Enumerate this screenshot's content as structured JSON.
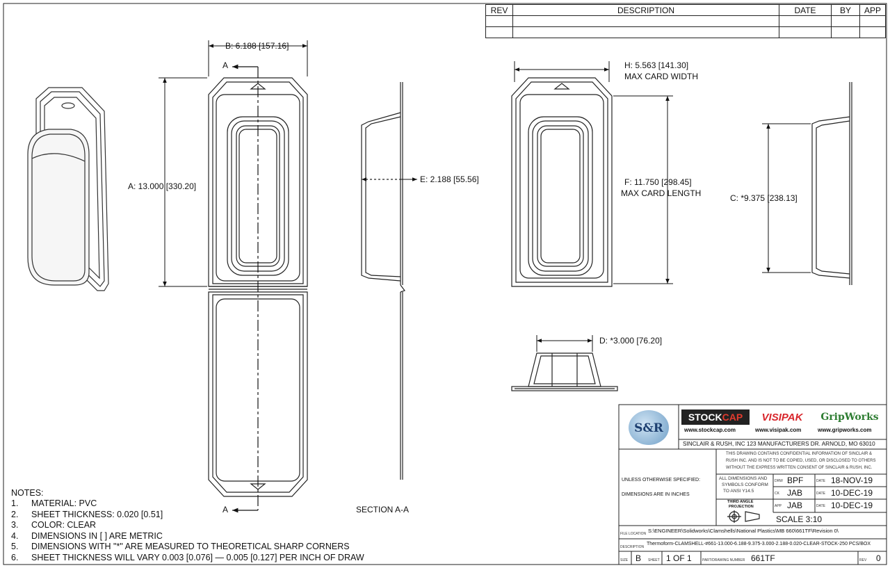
{
  "revision_table": {
    "headers": [
      "REV",
      "DESCRIPTION",
      "DATE",
      "BY",
      "APP"
    ]
  },
  "dimensions": {
    "b": "B: 6.188",
    "b_metric": "157.16",
    "a": "A: 13.000",
    "a_metric": "330.20",
    "e": "E: 2.188",
    "e_metric": "55.56",
    "h": "H: 5.563",
    "h_metric": "141.30",
    "h_note": "MAX CARD WIDTH",
    "f": "F: 11.750",
    "f_metric": "298.45",
    "f_note": "MAX CARD LENGTH",
    "c": "C: *9.375",
    "c_metric": "238.13",
    "d": "D: *3.000",
    "d_metric": "76.20"
  },
  "section_marks": {
    "top": "A",
    "bottom": "A",
    "caption": "SECTION A-A"
  },
  "notes": {
    "title": "NOTES:",
    "items": [
      {
        "num": "1.",
        "text": "MATERIAL: PVC"
      },
      {
        "num": "2.",
        "text": "SHEET THICKNESS: 0.020 [0.51]"
      },
      {
        "num": "3.",
        "text": "COLOR: CLEAR"
      },
      {
        "num": "4.",
        "text": "DIMENSIONS IN [ ] ARE METRIC"
      },
      {
        "num": "5.",
        "text": "DIMENSIONS WITH \"*\" ARE MEASURED TO THEORETICAL SHARP CORNERS"
      },
      {
        "num": "6.",
        "text": "SHEET THICKNESS WILL VARY 0.003 [0.076] — 0.005 [0.127] PER INCH OF DRAW"
      }
    ]
  },
  "title_block": {
    "logo_sr": "S&R",
    "logo_stockcap_1": "STOCK",
    "logo_stockcap_2": "CAP",
    "logo_visipak": "VISIPAK",
    "logo_gripworks": "GripWorks",
    "url_stockcap": "www.stockcap.com",
    "url_visipak": "www.visipak.com",
    "url_gripworks": "www.gripworks.com",
    "address": "SINCLAIR & RUSH, INC 123 MANUFACTURERS DR. ARNOLD, MO 63010",
    "confidential": [
      "THIS DRAWING CONTAINS CONFIDENTIAL INFORMATION OF SINCLAIR &",
      "RUSH INC. AND IS NOT TO BE COPIED, USED, OR DISCLOSED TO OTHERS",
      "WITHOUT THE EXPRESS WRITTEN CONSENT OF SINCLAIR & RUSH, INC."
    ],
    "unless": "UNLESS OTHERWISE SPECIFIED:",
    "dims_inches": "DIMENSIONS ARE IN INCHES",
    "ansi_1": "ALL DIMENSIONS AND",
    "ansi_2": "SYMBOLS CONFORM",
    "ansi_3": "TO ANSI Y14.5",
    "drawn_label": "DRW",
    "drawn_by": "BPF",
    "drawn_date_label": "DATE",
    "drawn_date": "18-NOV-19",
    "checked_label": "CK",
    "checked_by": "JAB",
    "checked_date_label": "DATE",
    "checked_date": "10-DEC-19",
    "approved_label": "APP",
    "approved_by": "JAB",
    "approved_date_label": "DATE",
    "approved_date": "10-DEC-19",
    "third_angle_1": "THIRD ANGLE",
    "third_angle_2": "PROJECTION",
    "scale": "SCALE 3:10",
    "file_location_label": "FILE LOCATION",
    "file_location": "S:\\ENGINEER\\Solidworks\\Clamshells\\National Plastics\\MB 660\\661TF\\Revision 0\\",
    "description_label": "DESCRIPTION",
    "description": "Thermoform-CLAMSHELL-#661-13.000-6.188-9.375-3.000-2.188-0.020-CLEAR-STOCK-250 PCS/BOX",
    "size_label": "SIZE",
    "size": "B",
    "sheet_label": "SHEET",
    "sheet": "1 OF 1",
    "part_label": "PART/DRAWING NUMBER",
    "part": "661TF",
    "rev_label": "REV",
    "rev": "0"
  }
}
